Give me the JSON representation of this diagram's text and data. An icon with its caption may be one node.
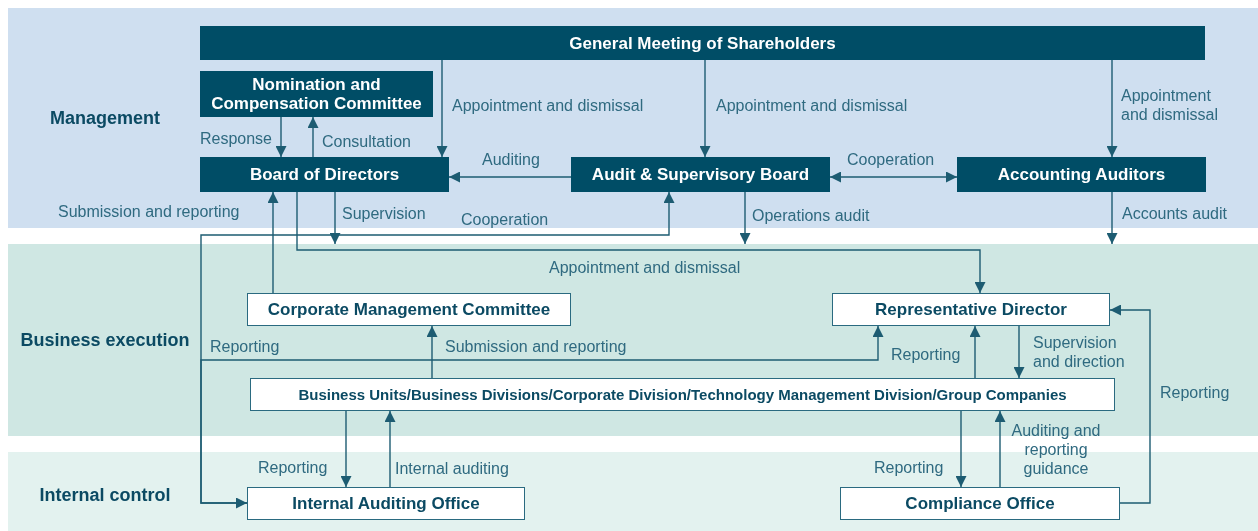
{
  "diagram": {
    "nodes": [
      {
        "text": [
          "Management"
        ]
      },
      {
        "text": [
          "General Meeting of Shareholders"
        ],
        "in": 0
      },
      {
        "text": [
          "Nomination and Compensation Committee"
        ],
        "in": 0
      },
      {
        "text": [
          "Board of Directors"
        ],
        "in": 0
      },
      {
        "text": [
          "Audit & Supervisory Board"
        ],
        "in": 0
      },
      {
        "text": [
          "Accounting Auditors"
        ],
        "in": 0
      },
      {
        "text": [
          "Business execution"
        ]
      },
      {
        "text": [
          "Corporate Management Committee"
        ],
        "in": 6
      },
      {
        "text": [
          "Representative Director"
        ],
        "in": 6
      },
      {
        "text": [
          "Business Units/Business Divisions/Corporate Division/Technology Management Division/Group Companies"
        ],
        "in": 6
      },
      {
        "text": [
          "Internal control"
        ]
      },
      {
        "text": [
          "Internal Auditing Office"
        ],
        "in": 10
      },
      {
        "text": [
          "Compliance Office"
        ],
        "in": 10
      }
    ],
    "edges": [
      {
        "from": 1,
        "to": 3,
        "arrow": "to",
        "label": "Appointment and dismissal"
      },
      {
        "from": 1,
        "to": 4,
        "arrow": "to",
        "label": "Appointment and dismissal"
      },
      {
        "from": 1,
        "to": 5,
        "arrow": "to",
        "label": "Appointment and dismissal"
      },
      {
        "from": 2,
        "to": 3,
        "arrow": "to",
        "label": "Response"
      },
      {
        "from": 3,
        "to": 2,
        "arrow": "to",
        "label": "Consultation"
      },
      {
        "from": 4,
        "to": 3,
        "arrow": "to",
        "label": "Auditing"
      },
      {
        "from": 4,
        "to": 5,
        "arrow": "both",
        "label": "Cooperation"
      },
      {
        "from": 3,
        "to": 6,
        "arrow": "to",
        "label": "Supervision"
      },
      {
        "from": 4,
        "to": 6,
        "arrow": "to",
        "label": "Operations audit"
      },
      {
        "from": 5,
        "to": 6,
        "arrow": "to",
        "label": "Accounts audit"
      },
      {
        "from": 7,
        "to": 3,
        "arrow": "to",
        "label": "Submission and reporting"
      },
      {
        "from": 3,
        "to": 8,
        "arrow": "to",
        "label": "Appointment and dismissal"
      },
      {
        "from": 11,
        "to": 4,
        "arrow": "both",
        "label": "Cooperation"
      },
      {
        "from": 11,
        "to": 8,
        "arrow": "to",
        "label": "Reporting"
      },
      {
        "from": 9,
        "to": 7,
        "arrow": "to",
        "label": "Submission and reporting"
      },
      {
        "from": 9,
        "to": 8,
        "arrow": "to",
        "label": "Reporting"
      },
      {
        "from": 8,
        "to": 9,
        "arrow": "to",
        "label": "Supervision and direction"
      },
      {
        "from": 9,
        "to": 11,
        "arrow": "to",
        "label": "Reporting"
      },
      {
        "from": 11,
        "to": 9,
        "arrow": "to",
        "label": "Internal auditing"
      },
      {
        "from": 9,
        "to": 12,
        "arrow": "to",
        "label": "Reporting"
      },
      {
        "from": 12,
        "to": 9,
        "arrow": "to",
        "label": "Auditing and reporting guidance"
      },
      {
        "from": 12,
        "to": 8,
        "arrow": "to",
        "label": "Reporting"
      }
    ]
  }
}
